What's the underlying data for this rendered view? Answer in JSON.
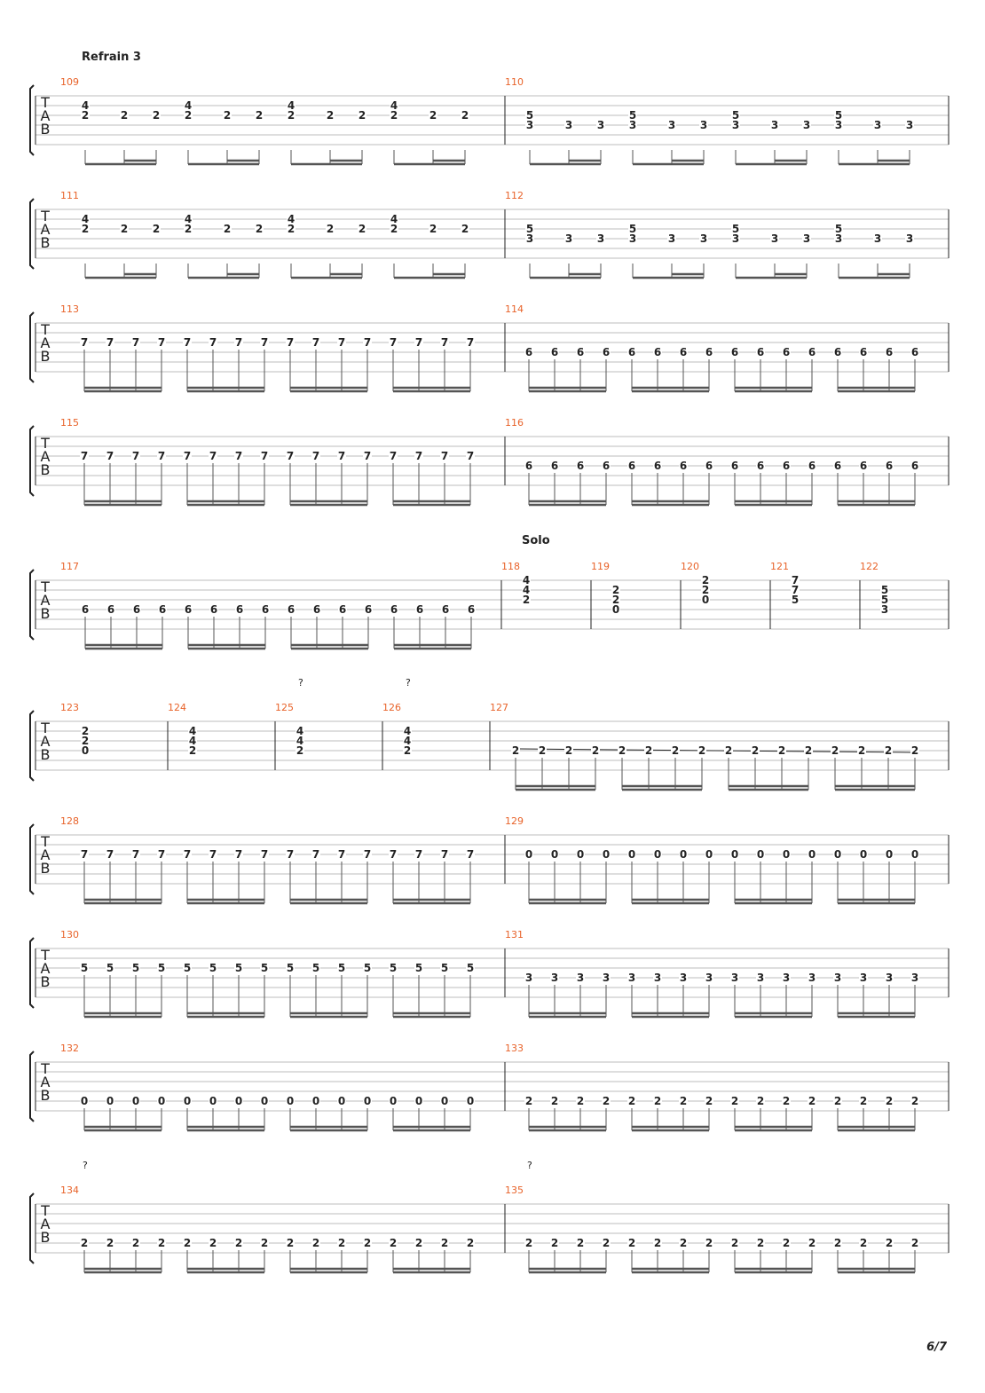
{
  "page": {
    "number": "6/7"
  },
  "clef": [
    "T",
    "A",
    "B"
  ],
  "colors": {
    "measure_number": "#e8632a",
    "text": "#222222",
    "staff_line": "#bdbdbd",
    "beam": "#555555"
  },
  "sections": [
    {
      "label": "Refrain 3",
      "system": 0
    },
    {
      "label": "Solo",
      "system": 4
    }
  ],
  "systems": [
    {
      "measures": [
        {
          "number": "109",
          "beats": [
            [
              "4",
              "2"
            ],
            [
              "2"
            ],
            [
              "2"
            ],
            [
              "4",
              "2"
            ],
            [
              "2"
            ],
            [
              "2"
            ],
            [
              "4",
              "2"
            ],
            [
              "2"
            ],
            [
              "2"
            ],
            [
              "4",
              "2"
            ],
            [
              "2"
            ],
            [
              "2"
            ]
          ],
          "strings": [
            2,
            3
          ],
          "beam": "eighths"
        },
        {
          "number": "110",
          "beats": [
            [
              "5",
              "3"
            ],
            [
              "3"
            ],
            [
              "3"
            ],
            [
              "5",
              "3"
            ],
            [
              "3"
            ],
            [
              "3"
            ],
            [
              "5",
              "3"
            ],
            [
              "3"
            ],
            [
              "3"
            ],
            [
              "5",
              "3"
            ],
            [
              "3"
            ],
            [
              "3"
            ]
          ],
          "strings": [
            3,
            4
          ],
          "beam": "eighths"
        }
      ]
    },
    {
      "measures": [
        {
          "number": "111",
          "beats": [
            [
              "4",
              "2"
            ],
            [
              "2"
            ],
            [
              "2"
            ],
            [
              "4",
              "2"
            ],
            [
              "2"
            ],
            [
              "2"
            ],
            [
              "4",
              "2"
            ],
            [
              "2"
            ],
            [
              "2"
            ],
            [
              "4",
              "2"
            ],
            [
              "2"
            ],
            [
              "2"
            ]
          ],
          "strings": [
            2,
            3
          ],
          "beam": "eighths"
        },
        {
          "number": "112",
          "beats": [
            [
              "5",
              "3"
            ],
            [
              "3"
            ],
            [
              "3"
            ],
            [
              "5",
              "3"
            ],
            [
              "3"
            ],
            [
              "3"
            ],
            [
              "5",
              "3"
            ],
            [
              "3"
            ],
            [
              "3"
            ],
            [
              "5",
              "3"
            ],
            [
              "3"
            ],
            [
              "3"
            ]
          ],
          "strings": [
            3,
            4
          ],
          "beam": "eighths"
        }
      ]
    },
    {
      "measures": [
        {
          "number": "113",
          "fret": "7",
          "string": 3,
          "count": 16,
          "beam": "sixteenths"
        },
        {
          "number": "114",
          "fret": "6",
          "string": 4,
          "count": 16,
          "beam": "sixteenths"
        }
      ]
    },
    {
      "measures": [
        {
          "number": "115",
          "fret": "7",
          "string": 3,
          "count": 16,
          "beam": "sixteenths"
        },
        {
          "number": "116",
          "fret": "6",
          "string": 4,
          "count": 16,
          "beam": "sixteenths"
        }
      ]
    },
    {
      "measures": [
        {
          "number": "117",
          "fret": "6",
          "string": 4,
          "count": 16,
          "beam": "sixteenths"
        },
        {
          "number": "118",
          "chord": [
            "4",
            "4",
            "2"
          ],
          "strings": [
            1,
            2,
            3
          ]
        },
        {
          "number": "119",
          "chord": [
            "2",
            "2",
            "0"
          ],
          "strings": [
            2,
            3,
            4
          ]
        },
        {
          "number": "120",
          "chord": [
            "2",
            "2",
            "0"
          ],
          "strings": [
            1,
            2,
            3
          ]
        },
        {
          "number": "121",
          "chord": [
            "7",
            "7",
            "5"
          ],
          "strings": [
            1,
            2,
            3
          ]
        },
        {
          "number": "122",
          "chord": [
            "5",
            "5",
            "3"
          ],
          "strings": [
            2,
            3,
            4
          ]
        }
      ]
    },
    {
      "measures": [
        {
          "number": "123",
          "chord": [
            "2",
            "2",
            "0"
          ],
          "strings": [
            2,
            3,
            4
          ]
        },
        {
          "number": "124",
          "chord": [
            "4",
            "4",
            "2"
          ],
          "strings": [
            2,
            3,
            4
          ]
        },
        {
          "number": "125",
          "chord": [
            "4",
            "4",
            "2"
          ],
          "strings": [
            2,
            3,
            4
          ],
          "marker": "?"
        },
        {
          "number": "126",
          "chord": [
            "4",
            "4",
            "2"
          ],
          "strings": [
            2,
            3,
            4
          ],
          "marker": "?"
        },
        {
          "number": "127",
          "fret": "2",
          "string": 4,
          "count": 16,
          "beam": "sixteenths",
          "slide": true
        }
      ]
    },
    {
      "measures": [
        {
          "number": "128",
          "fret": "7",
          "string": 3,
          "count": 16,
          "beam": "sixteenths"
        },
        {
          "number": "129",
          "fret": "0",
          "string": 3,
          "count": 16,
          "beam": "sixteenths"
        }
      ]
    },
    {
      "measures": [
        {
          "number": "130",
          "fret": "5",
          "string": 3,
          "count": 16,
          "beam": "sixteenths"
        },
        {
          "number": "131",
          "fret": "3",
          "string": 4,
          "count": 16,
          "beam": "sixteenths"
        }
      ]
    },
    {
      "measures": [
        {
          "number": "132",
          "fret": "0",
          "string": 5,
          "count": 16,
          "beam": "sixteenths"
        },
        {
          "number": "133",
          "fret": "2",
          "string": 5,
          "count": 16,
          "beam": "sixteenths"
        }
      ]
    },
    {
      "measures": [
        {
          "number": "134",
          "fret": "2",
          "string": 5,
          "count": 16,
          "beam": "sixteenths",
          "marker": "?"
        },
        {
          "number": "135",
          "fret": "2",
          "string": 5,
          "count": 16,
          "beam": "sixteenths",
          "marker": "?"
        }
      ]
    }
  ]
}
